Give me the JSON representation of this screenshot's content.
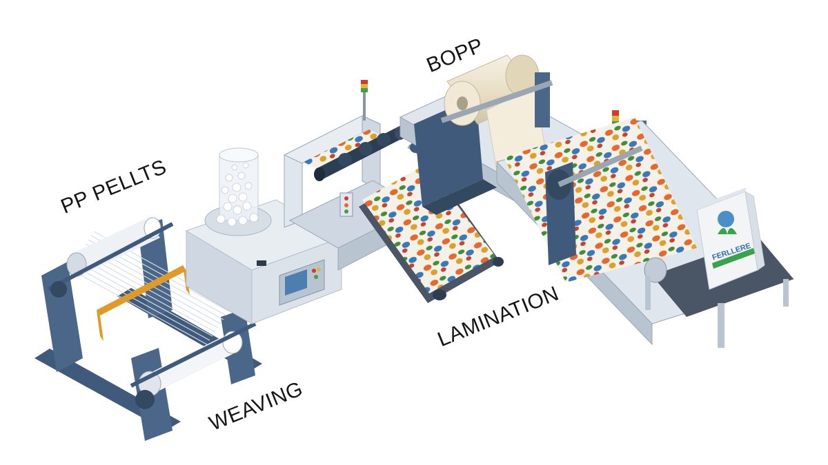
{
  "labels": {
    "pp_pellets": "PP PELLTS",
    "weaving": "WEAVING",
    "bopp": "BOPP",
    "lamination": "LAMINATION"
  },
  "bag": {
    "brand_text": "FERLLERE"
  },
  "colors": {
    "machine_frame": "#3f5a7a",
    "machine_panel": "#dfe6ee",
    "belt": "#4a5566",
    "heddle_frame": "#e09a2a",
    "film_roll": "#ece4d2",
    "print_orange": "#e8672a",
    "print_green": "#3f8f3a",
    "print_blue": "#3a78b8",
    "bag_green": "#3aa34a"
  }
}
